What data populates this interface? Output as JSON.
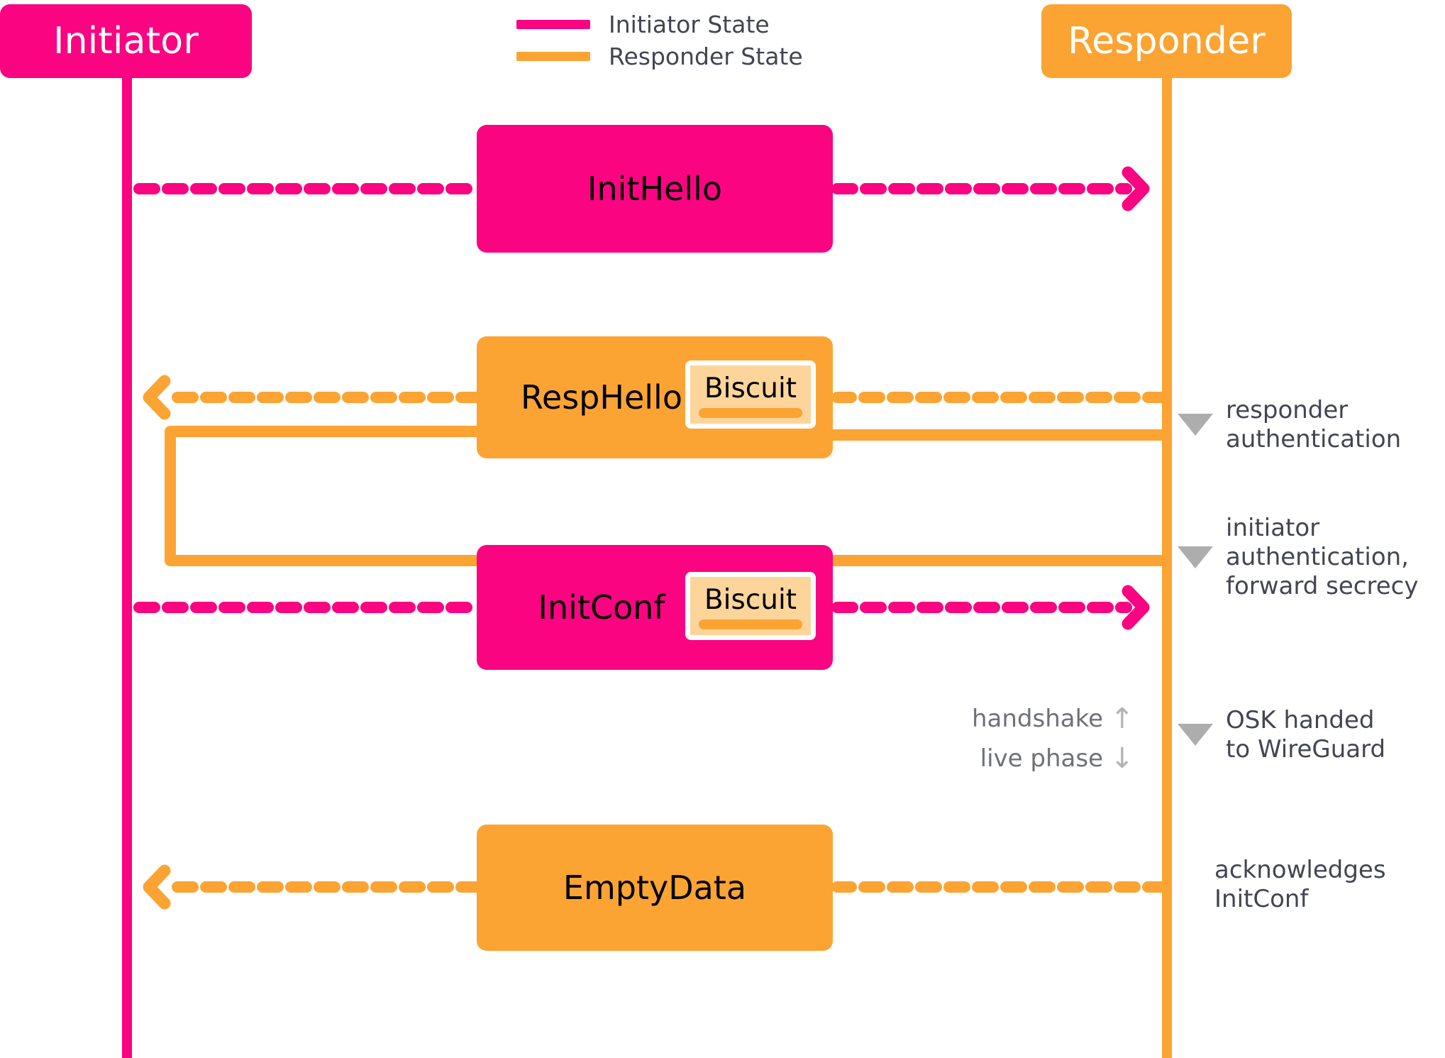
{
  "colors": {
    "initiator_pink": "#FA0481",
    "responder_orange": "#FBA433",
    "biscuit_fill": "#FDD59B",
    "annotation_gray": "#434552",
    "marker_gray": "#ADADAD",
    "background": "#FFFFFF"
  },
  "actors": {
    "initiator": {
      "label": "Initiator"
    },
    "responder": {
      "label": "Responder"
    }
  },
  "legend": {
    "items": [
      {
        "label": "Initiator State",
        "color": "#FA0481",
        "swatch_icon": "line-swatch-icon"
      },
      {
        "label": "Responder State",
        "color": "#FBA433",
        "swatch_icon": "line-swatch-icon"
      }
    ]
  },
  "messages": [
    {
      "id": "inithello",
      "label": "InitHello",
      "color": "#FA0481",
      "direction": "initiator-to-responder",
      "arrow_icon": "chevron-right-arrow-icon",
      "biscuit": null
    },
    {
      "id": "resphello",
      "label": "RespHello",
      "color": "#FBA433",
      "direction": "responder-to-initiator",
      "arrow_icon": "chevron-left-arrow-icon",
      "biscuit": {
        "label": "Biscuit"
      }
    },
    {
      "id": "initconf",
      "label": "InitConf",
      "color": "#FA0481",
      "direction": "initiator-to-responder",
      "arrow_icon": "chevron-right-arrow-icon",
      "biscuit": {
        "label": "Biscuit"
      }
    },
    {
      "id": "emptydata",
      "label": "EmptyData",
      "color": "#FBA433",
      "direction": "responder-to-initiator",
      "arrow_icon": "chevron-left-arrow-icon",
      "biscuit": null
    }
  ],
  "annotations": [
    {
      "id": "responder-auth",
      "text": "responder\nauthentication",
      "marker_icon": "triangle-down-icon",
      "has_marker": true
    },
    {
      "id": "initiator-auth",
      "text": "initiator\nauthentication,\nforward secrecy",
      "marker_icon": "triangle-down-icon",
      "has_marker": true
    },
    {
      "id": "osk-handed",
      "text": "OSK handed\nto WireGuard",
      "marker_icon": "triangle-down-icon",
      "has_marker": true
    },
    {
      "id": "acknowledges-initconf",
      "text": "acknowledges\nInitConf",
      "marker_icon": "",
      "has_marker": false
    }
  ],
  "phases": [
    {
      "id": "handshake",
      "label": "handshake",
      "arrow": "↑",
      "arrow_icon": "arrow-up-icon"
    },
    {
      "id": "live-phase",
      "label": "live phase",
      "arrow": "↓",
      "arrow_icon": "arrow-down-icon"
    }
  ]
}
